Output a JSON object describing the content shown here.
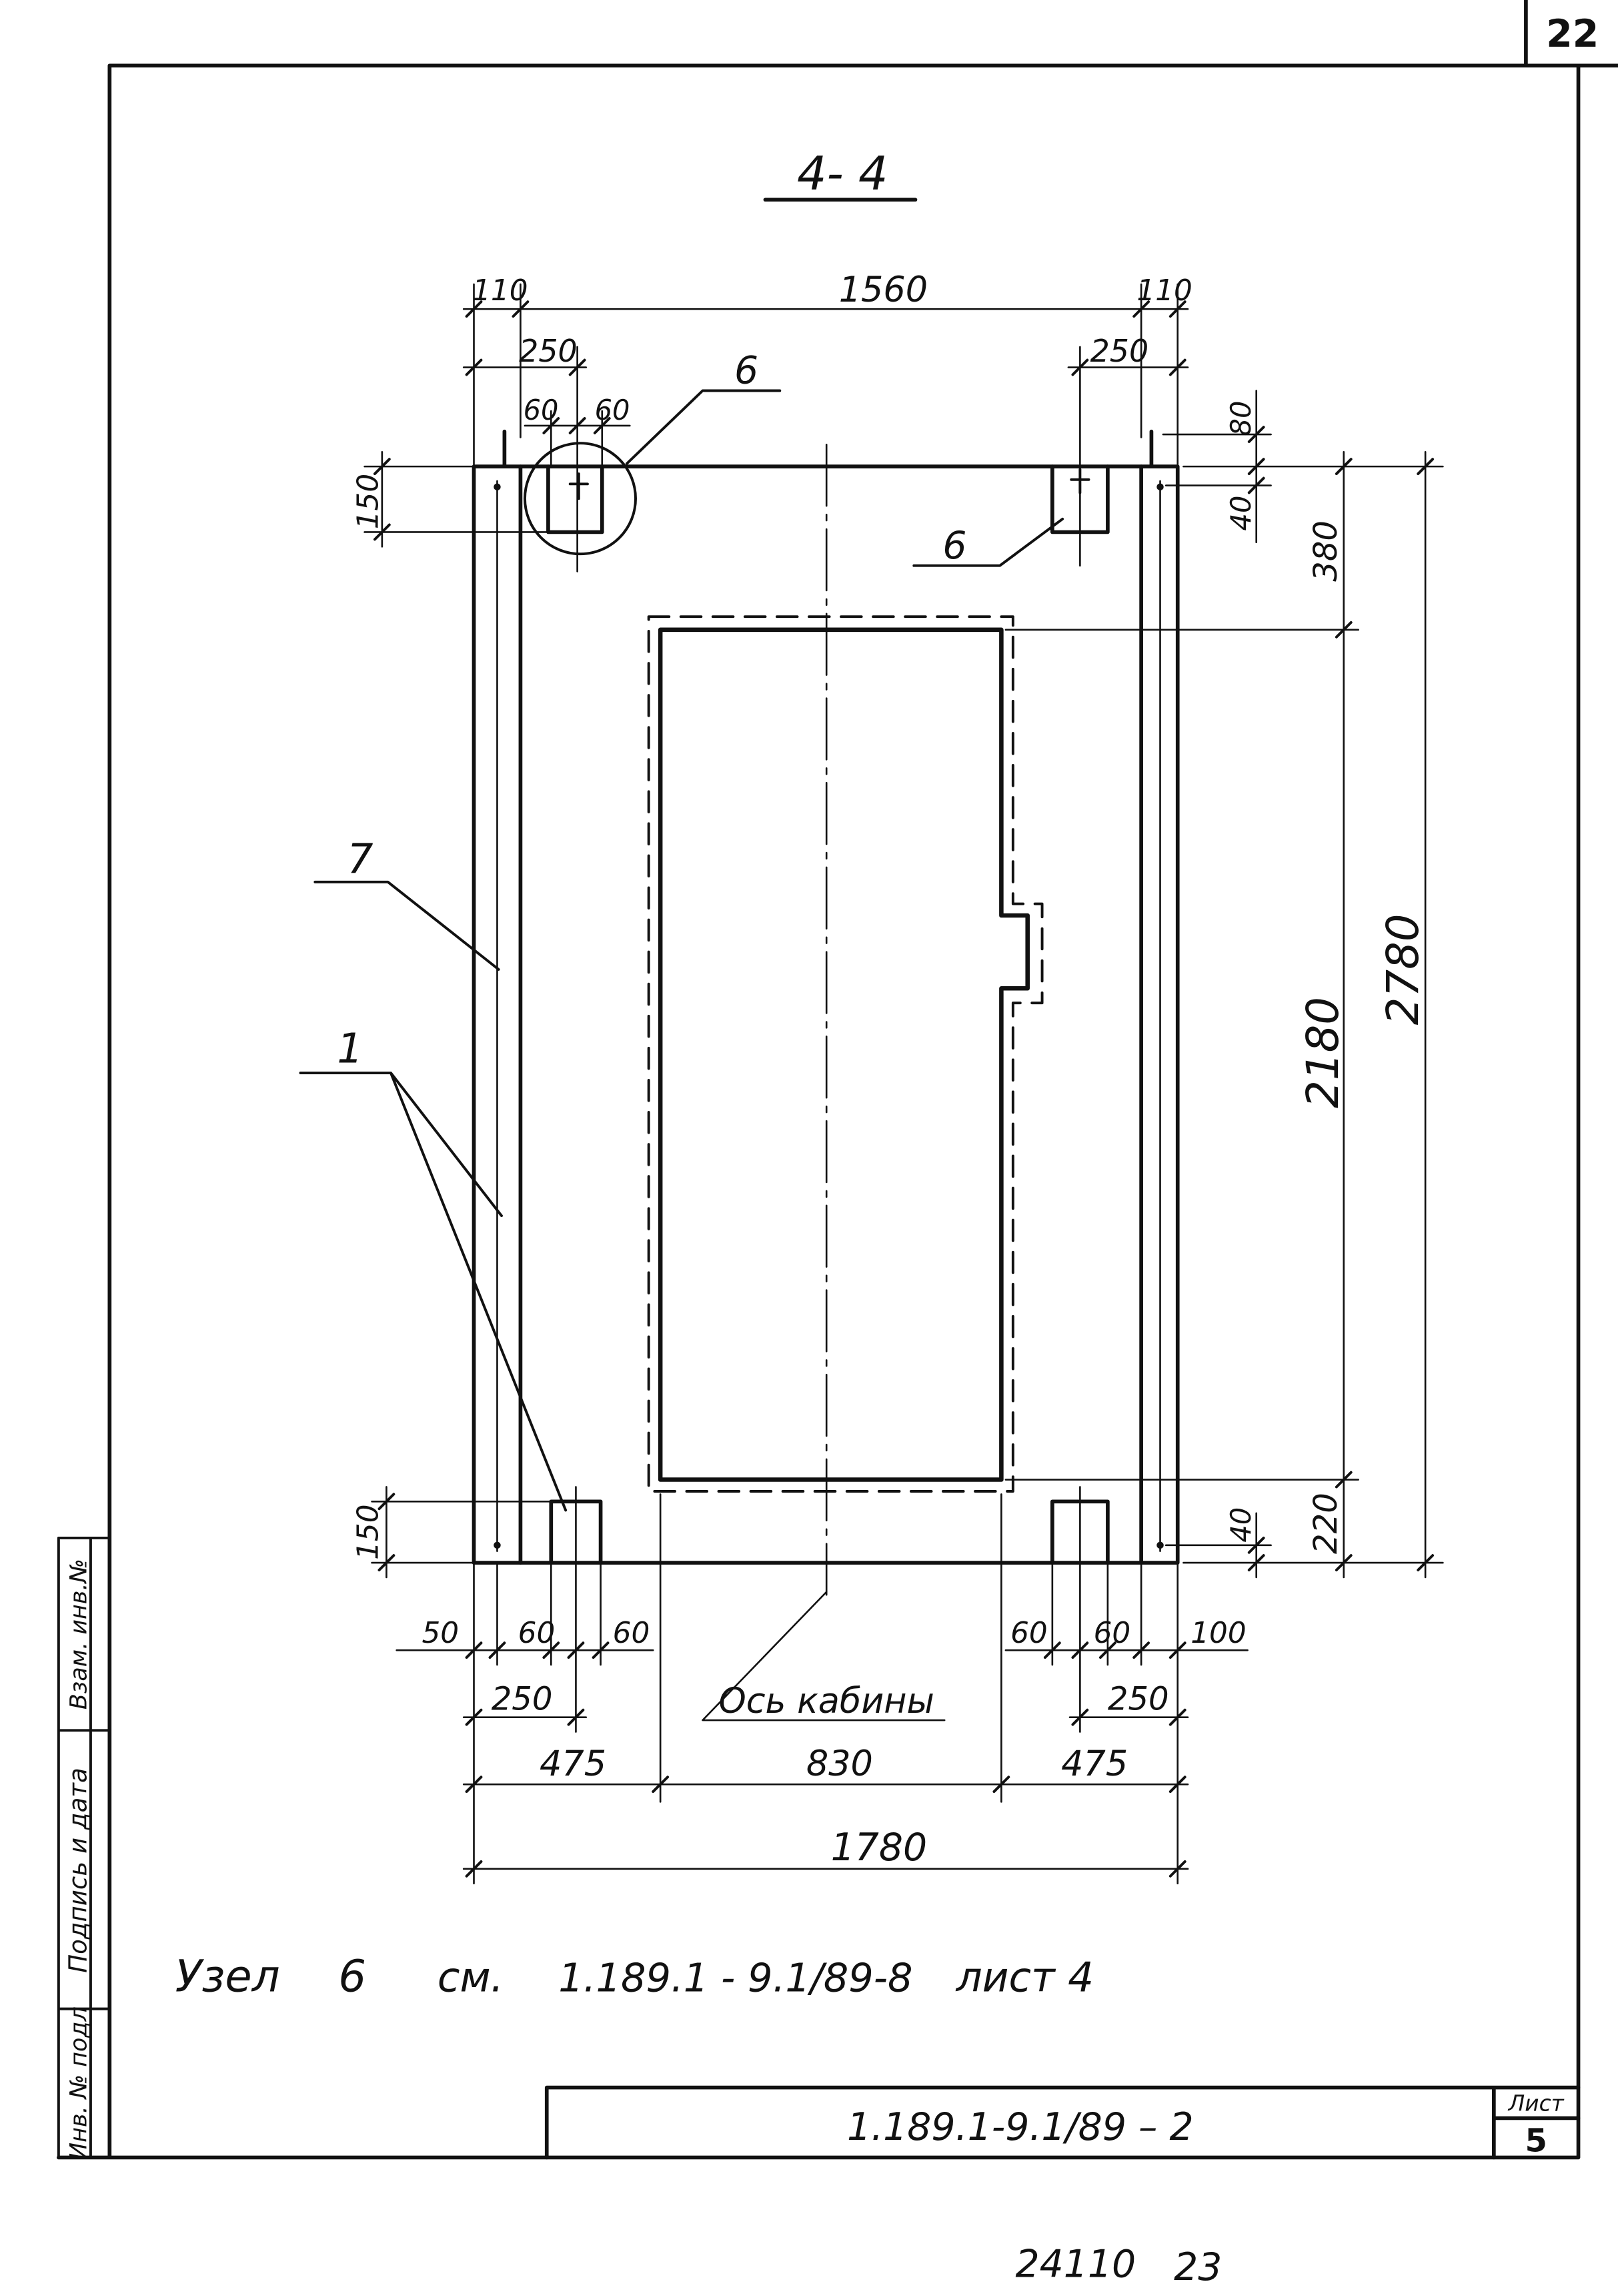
{
  "corner_page_number": "22",
  "section_title": "4- 4",
  "dimensions": {
    "top": {
      "left_offset": "110",
      "span": "1560",
      "right_offset": "110",
      "left_anchor_offset": "250",
      "right_anchor_offset": "250",
      "anchor_half_left": "60",
      "anchor_half_right": "60"
    },
    "right": {
      "rail_projection": "80",
      "rail_top": "40",
      "cabin_top": "380",
      "cabin_depth": "2180",
      "overall_depth": "2780",
      "rail_bottom": "40",
      "cabin_bottom": "220"
    },
    "left": {
      "anchor_depth_top": "150",
      "anchor_depth_bottom": "150"
    },
    "bottom": {
      "wall_to_rail": "50",
      "left_anchor_half_a": "60",
      "left_anchor_half_b": "60",
      "right_anchor_half_a": "60",
      "right_anchor_half_b": "60",
      "rail_to_wall": "100",
      "left_anchor_offset": "250",
      "right_anchor_offset": "250",
      "left_clearance": "475",
      "cabin_width": "830",
      "right_clearance": "475",
      "overall_width": "1780"
    }
  },
  "callouts": {
    "node_top": "6",
    "node_right": "6",
    "rail": "7",
    "element": "1"
  },
  "axis_label": "Ось кабины",
  "note": {
    "node_word": "Узел",
    "node_number": "6",
    "see": "см.",
    "document": "1.189.1 - 9.1/89-8",
    "sheet": "лист 4"
  },
  "title_block": {
    "designation": "1.189.1-9.1/89 – 2",
    "sheet_label": "Лист",
    "sheet_number": "5"
  },
  "margin_fields": {
    "replaced_inventory_no": "Взам. инв.№",
    "signature_and_date": "Подпись и дата",
    "original_inventory_no": "Инв. № подл"
  },
  "footer": {
    "number": "24110",
    "suffix": "23"
  },
  "colors": {
    "ink": "#111111",
    "paper": "#ffffff"
  }
}
